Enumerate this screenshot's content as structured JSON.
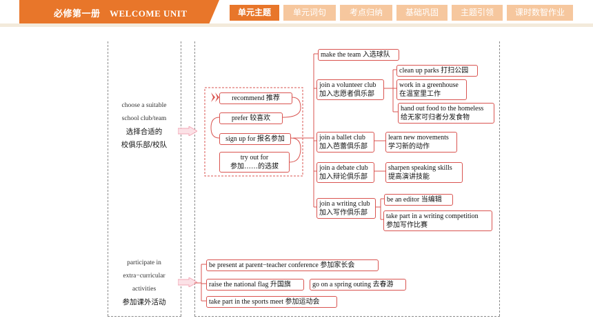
{
  "header": {
    "title": "必修第一册　WELCOME UNIT",
    "tabs": [
      {
        "label": "单元主题",
        "active": true
      },
      {
        "label": "单元词句",
        "active": false
      },
      {
        "label": "考点归纳",
        "active": false
      },
      {
        "label": "基础巩固",
        "active": false
      },
      {
        "label": "主题引领",
        "active": false
      },
      {
        "label": "课时数智作业",
        "active": false
      }
    ]
  },
  "section1": {
    "en": [
      "choose a suitable",
      "school club/team"
    ],
    "cn": [
      "选择合适的",
      "校俱乐部/校队"
    ],
    "verbs": [
      {
        "en": "recommend",
        "cn": "推荐"
      },
      {
        "en": "prefer",
        "cn": "较喜欢"
      },
      {
        "en": "sign up for",
        "cn": "报名参加"
      },
      {
        "en": "try out for",
        "cn": "参加……的选拔"
      }
    ],
    "clubs": [
      {
        "en": "make the team",
        "cn": "入选球队",
        "items": []
      },
      {
        "en": "join a volunteer club",
        "cn": "加入志愿者俱乐部",
        "items": [
          {
            "en": "clean up parks",
            "cn": "打扫公园"
          },
          {
            "en": "work in a greenhouse",
            "cn": "在温室里工作"
          },
          {
            "en": "hand out food to the homeless",
            "cn": "给无家可归者分发食物"
          }
        ]
      },
      {
        "en": "join a ballet club",
        "cn": "加入芭蕾俱乐部",
        "items": [
          {
            "en": "learn new movements",
            "cn": "学习新的动作"
          }
        ]
      },
      {
        "en": "join a debate club",
        "cn": "加入辩论俱乐部",
        "items": [
          {
            "en": "sharpen speaking skills",
            "cn": "提高演讲技能"
          }
        ]
      },
      {
        "en": "join a writing club",
        "cn": "加入写作俱乐部",
        "items": [
          {
            "en": "be an editor",
            "cn": "当编辑"
          },
          {
            "en": "take  part in a writing competition",
            "cn": "参加写作比赛"
          }
        ]
      }
    ]
  },
  "section2": {
    "en": [
      "participate in",
      "extra−curricular",
      "activities"
    ],
    "cn": "参加课外活动",
    "items": [
      {
        "text": "be present at parent−teacher conference 参加家长会"
      },
      {
        "text": "raise the national flag 升国旗"
      },
      {
        "text": "go on a spring outing 去春游"
      },
      {
        "text": "take part in the sports meet 参加运动会"
      }
    ]
  },
  "colors": {
    "accent": "#e8762a",
    "tab_inactive": "#f6c79e",
    "box_border": "#d9534f",
    "arrow": "#f7c6cf"
  }
}
